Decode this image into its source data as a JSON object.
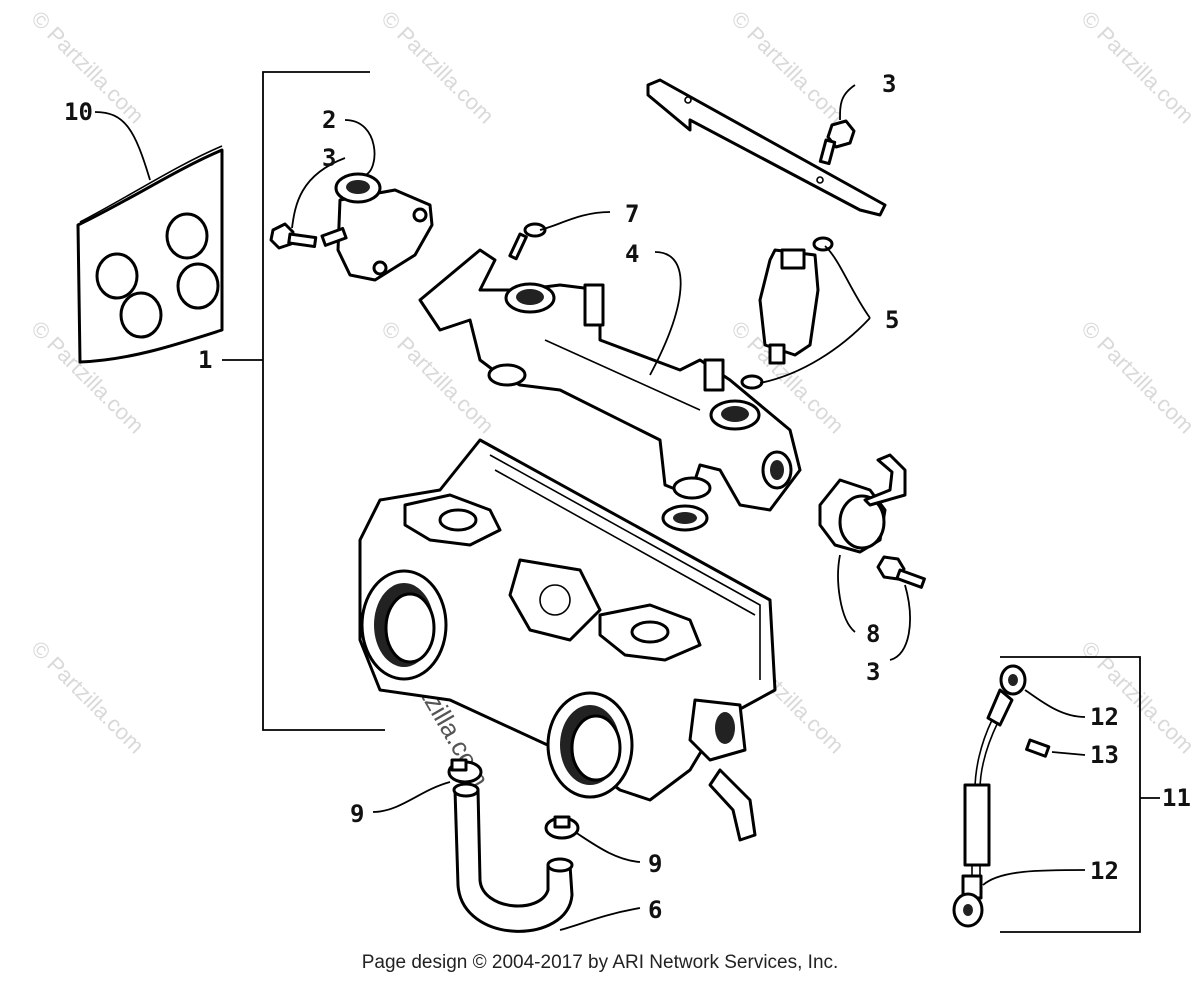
{
  "watermark": {
    "text": "© Partzilla.com",
    "center_text": "Partzilla.com"
  },
  "callouts": {
    "c1": "1",
    "c2": "2",
    "c3a": "3",
    "c3b": "3",
    "c3c": "3",
    "c4": "4",
    "c5": "5",
    "c6": "6",
    "c7": "7",
    "c8": "8",
    "c9a": "9",
    "c9b": "9",
    "c10": "10",
    "c11": "11",
    "c12a": "12",
    "c12b": "12",
    "c13": "13"
  },
  "footer": {
    "copyright": "Page design © 2004-2017 by ARI Network Services, Inc."
  }
}
